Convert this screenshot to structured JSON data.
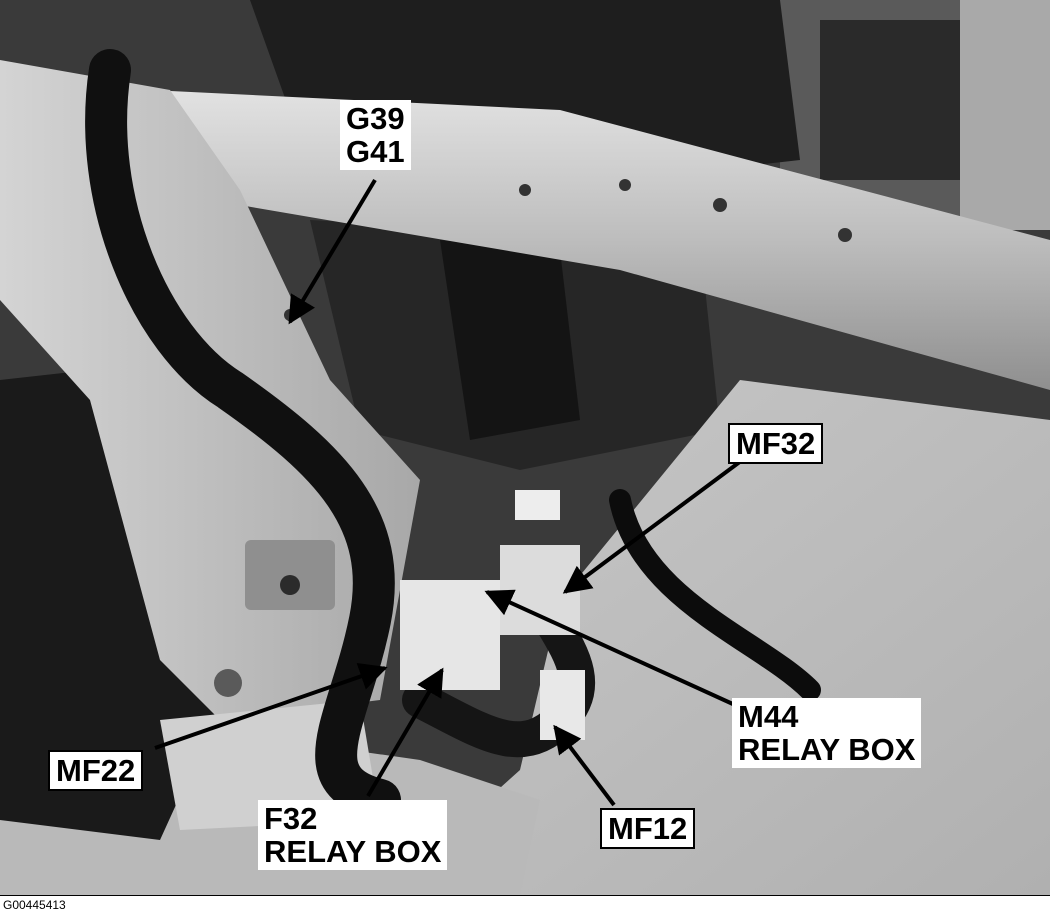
{
  "figure": {
    "labels": {
      "g39": "G39",
      "g41": "G41",
      "mf32": "MF32",
      "m44_line1": "M44",
      "m44_line2": "RELAY BOX",
      "mf22": "MF22",
      "f32_line1": "F32",
      "f32_line2": "RELAY BOX",
      "mf12": "MF12"
    },
    "image_id": "G00445413"
  }
}
